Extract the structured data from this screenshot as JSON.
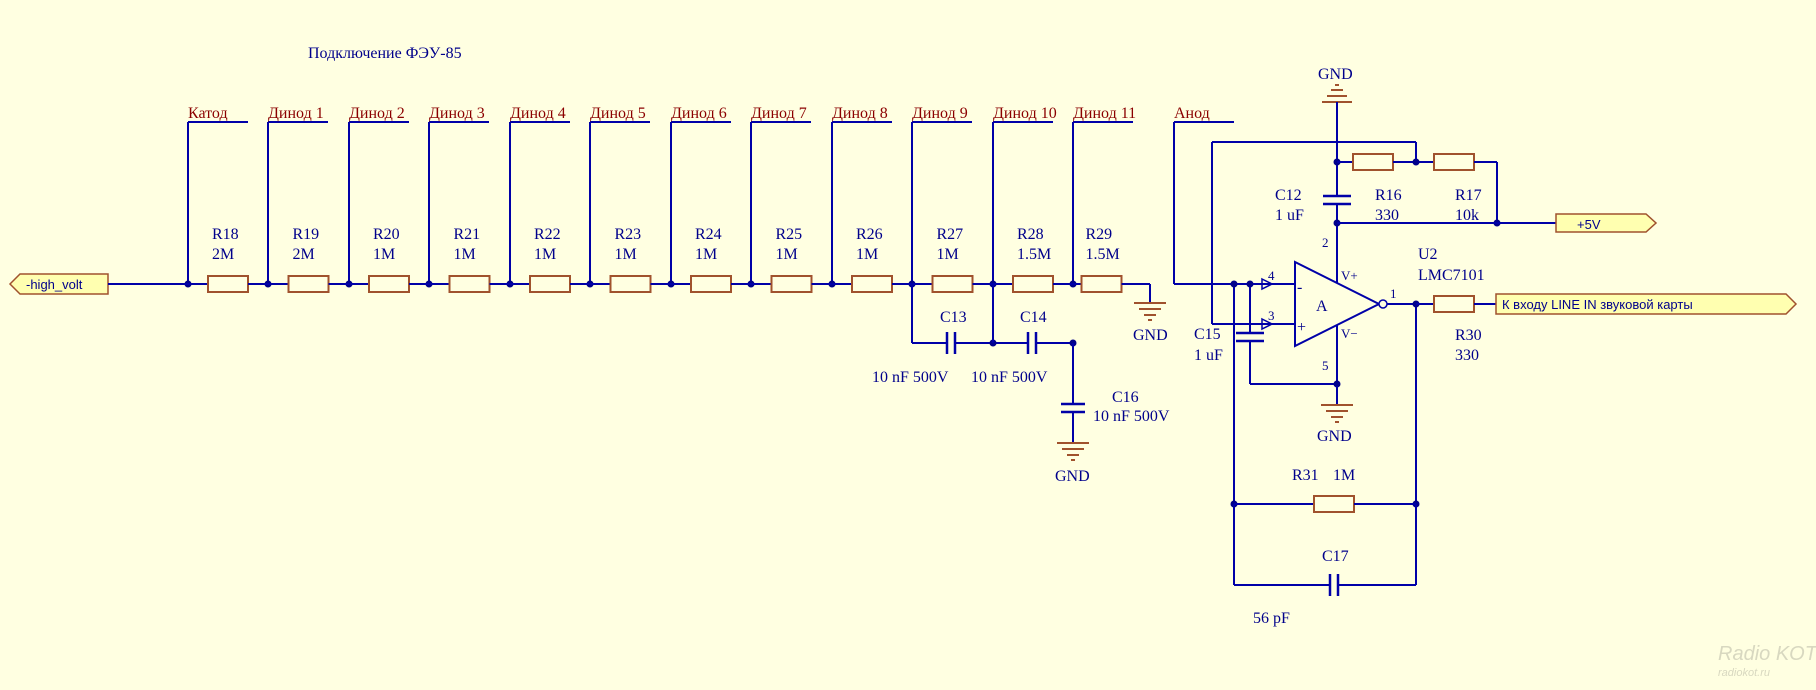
{
  "title": "Подключение ФЭУ-85",
  "nets": [
    "Катод",
    "Динод 1",
    "Динод 2",
    "Динод 3",
    "Динод 4",
    "Динод 5",
    "Динод 6",
    "Динод 7",
    "Динод 8",
    "Динод 9",
    "Динод 10",
    "Динод 11",
    "Анод"
  ],
  "resistors": [
    {
      "ref": "R18",
      "value": "2M"
    },
    {
      "ref": "R19",
      "value": "2M"
    },
    {
      "ref": "R20",
      "value": "1M"
    },
    {
      "ref": "R21",
      "value": "1M"
    },
    {
      "ref": "R22",
      "value": "1M"
    },
    {
      "ref": "R23",
      "value": "1M"
    },
    {
      "ref": "R24",
      "value": "1M"
    },
    {
      "ref": "R25",
      "value": "1M"
    },
    {
      "ref": "R26",
      "value": "1M"
    },
    {
      "ref": "R27",
      "value": "1M"
    },
    {
      "ref": "R28",
      "value": "1.5M"
    },
    {
      "ref": "R29",
      "value": "1.5M"
    }
  ],
  "ports": {
    "high_volt": "-high_volt",
    "plus5v": "+5V",
    "output": "К входу LINE IN звуковой карты"
  },
  "gnd": "GND",
  "c13": {
    "ref": "C13",
    "value": "10 nF 500V"
  },
  "c14": {
    "ref": "C14",
    "value": "10 nF 500V"
  },
  "c16": {
    "ref": "C16",
    "value": "10 nF 500V"
  },
  "c12": {
    "ref": "C12",
    "value": "1 uF"
  },
  "c15": {
    "ref": "C15",
    "value": "1 uF"
  },
  "c17": {
    "ref": "C17",
    "value": "56 pF"
  },
  "r16": {
    "ref": "R16",
    "value": "330"
  },
  "r17": {
    "ref": "R17",
    "value": "10k"
  },
  "r30": {
    "ref": "R30",
    "value": "330"
  },
  "r31": {
    "ref": "R31",
    "value": "1M"
  },
  "opamp": {
    "ref": "U2",
    "part": "LMC7101",
    "unit": "A",
    "minus": "-",
    "plus": "+",
    "vplus": "V+",
    "vminus": "V−",
    "pins": {
      "p1": "1",
      "p2": "2",
      "p3": "3",
      "p4": "4",
      "p5": "5"
    }
  },
  "watermark": {
    "line1": "Radio KOT",
    "line2": "radiokot.ru"
  }
}
